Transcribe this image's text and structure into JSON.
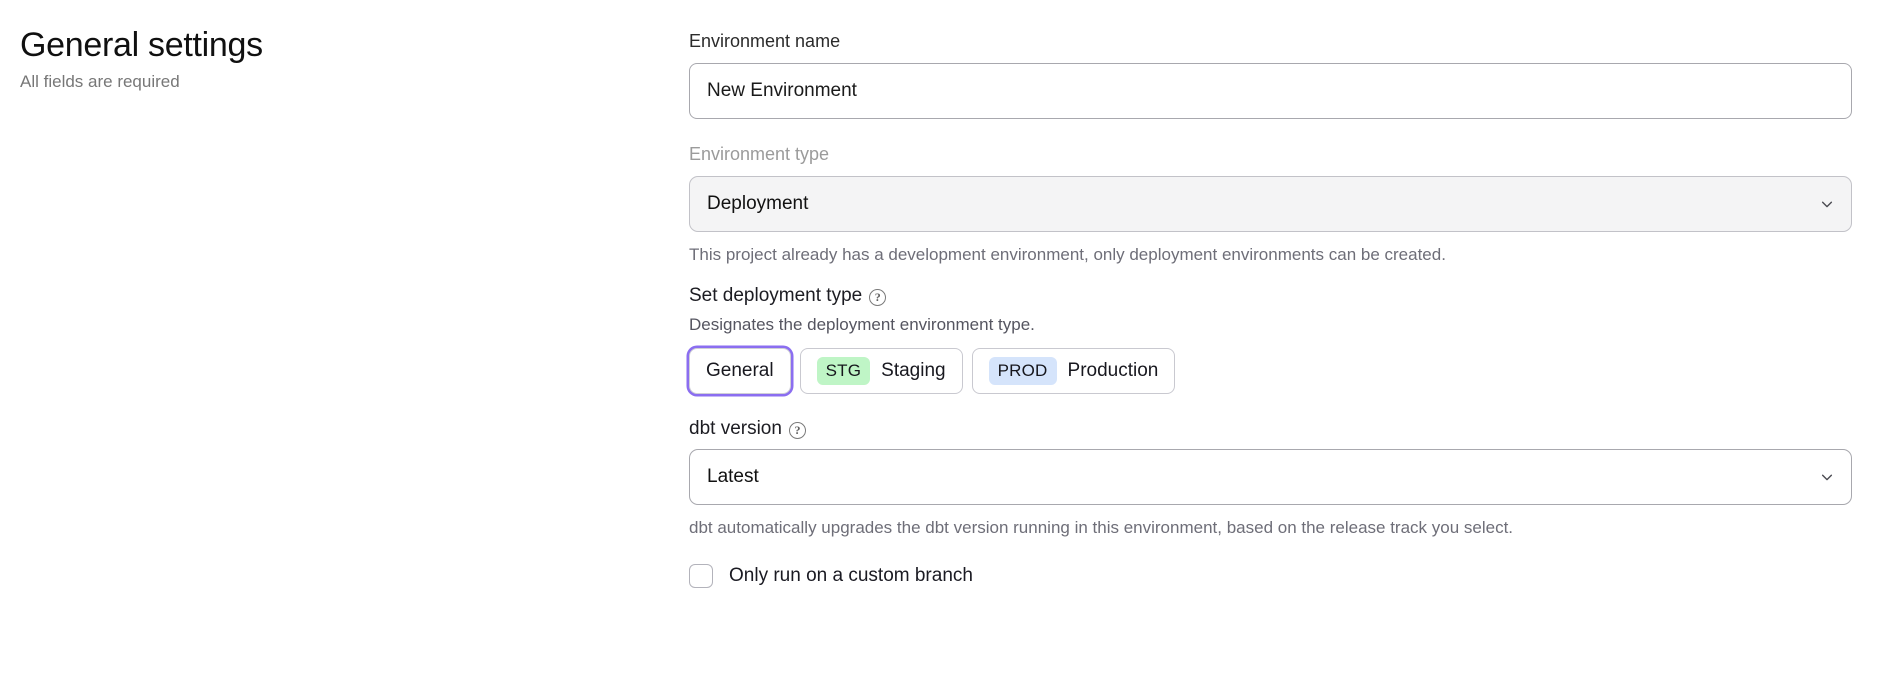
{
  "header": {
    "title": "General settings",
    "subtitle": "All fields are required"
  },
  "form": {
    "environment_name": {
      "label": "Environment name",
      "value": "New Environment",
      "placeholder": "Environment name"
    },
    "environment_type": {
      "label": "Environment type",
      "value": "Deployment",
      "disabled": true,
      "helper": "This project already has a development environment, only deployment environments can be created."
    },
    "deployment_type": {
      "heading": "Set deployment type",
      "help_icon": "question-circle-icon",
      "description": "Designates the deployment environment type.",
      "options": [
        {
          "label": "General",
          "badge": null,
          "badge_color": null,
          "selected": true
        },
        {
          "label": "Staging",
          "badge": "STG",
          "badge_color": "#bff5c6",
          "selected": false
        },
        {
          "label": "Production",
          "badge": "PROD",
          "badge_color": "#d5e4fb",
          "selected": false
        }
      ]
    },
    "dbt_version": {
      "label": "dbt version",
      "help_icon": "question-circle-icon",
      "value": "Latest",
      "helper": "dbt automatically upgrades the dbt version running in this environment, based on the release track you select."
    },
    "custom_branch": {
      "label": "Only run on a custom branch",
      "checked": false
    }
  },
  "colors": {
    "focus_ring": "#8b6ef0",
    "staging_badge": "#bff5c6",
    "production_badge": "#d5e4fb",
    "disabled_bg": "#f4f4f5"
  }
}
